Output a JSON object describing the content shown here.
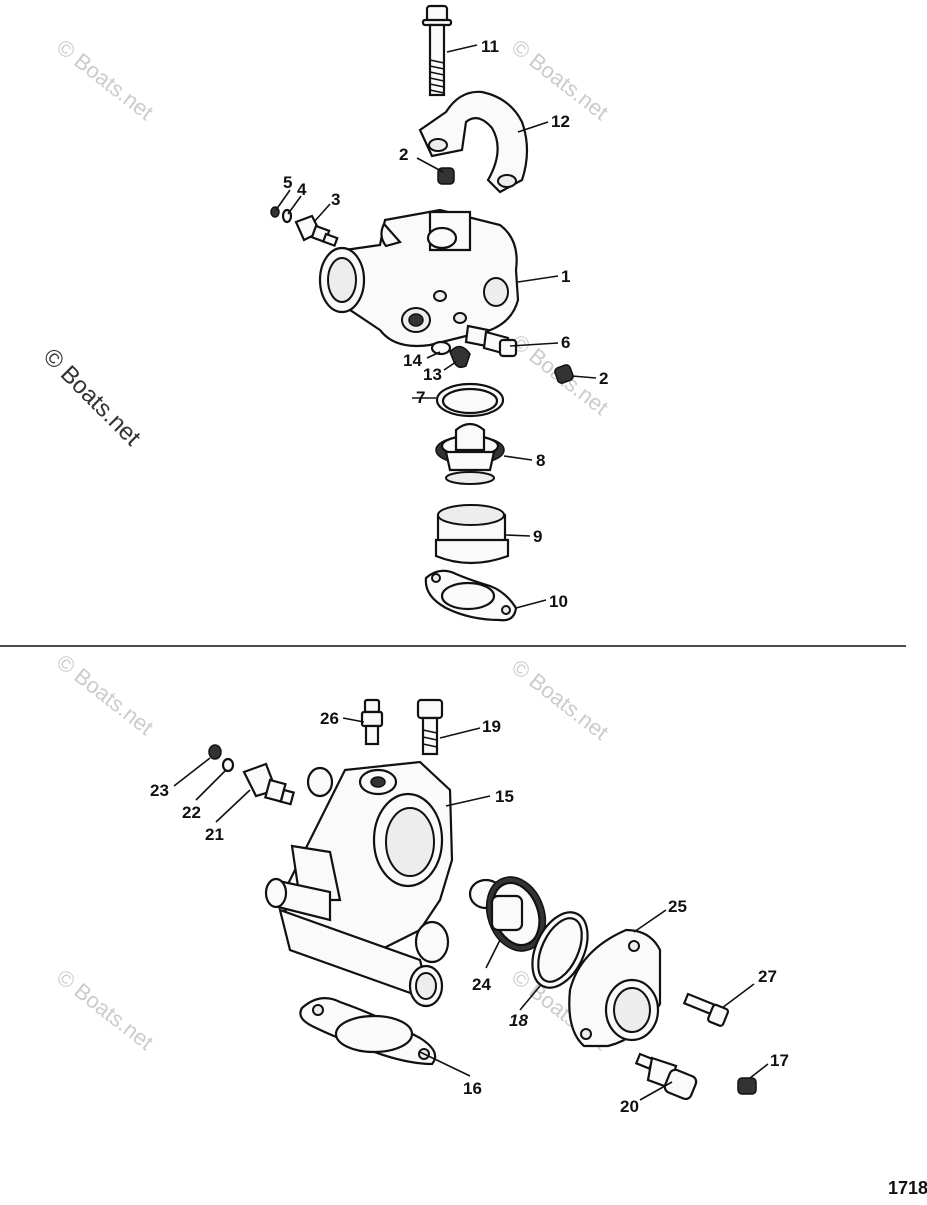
{
  "watermark": {
    "main": "© Boats.net",
    "faint": "© Boats.net"
  },
  "figure_number": "1718",
  "upper_assembly": {
    "callouts": [
      "11",
      "12",
      "2",
      "5",
      "4",
      "3",
      "1",
      "6",
      "14",
      "13",
      "2",
      "7",
      "8",
      "9",
      "10"
    ]
  },
  "lower_assembly": {
    "callouts": [
      "26",
      "19",
      "23",
      "22",
      "21",
      "15",
      "25",
      "24",
      "18",
      "27",
      "16",
      "17",
      "20"
    ]
  }
}
